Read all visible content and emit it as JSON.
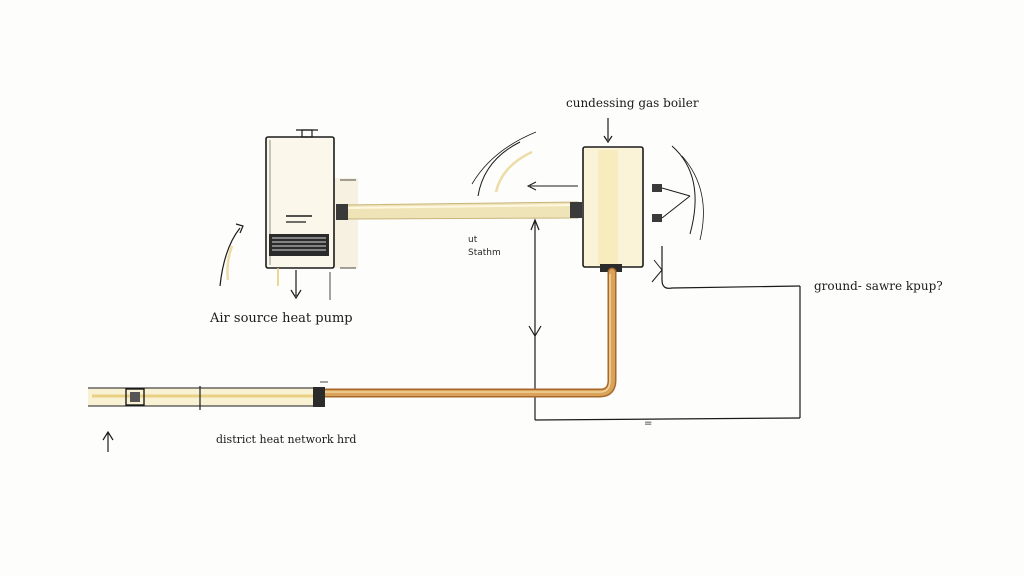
{
  "labels": {
    "boiler": "cundessing gas boiler",
    "station_line1": "ut",
    "station_line2": "Stathm",
    "air_pump": "Air source heat pump",
    "ground_pump": "ground- sawre kpup?",
    "district": "district heat network hrd",
    "tick_mark": "="
  },
  "colors": {
    "ink": "#1b1b1b",
    "pipe_pale": "#efe3b8",
    "pipe_pale_edge": "#c9b57a",
    "pipe_copper": "#d9a35c",
    "pipe_copper_edge": "#a8682b",
    "unit_fill": "#fbf7ea",
    "boiler_fill": "#faf3d8"
  }
}
